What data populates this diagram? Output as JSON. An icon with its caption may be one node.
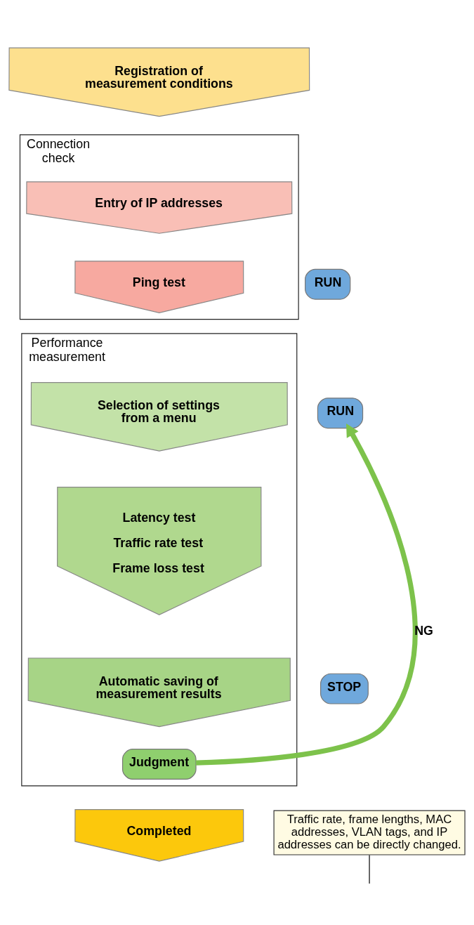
{
  "diagram": {
    "nodes": [
      {
        "text": [
          "Registration of measurement conditions"
        ]
      },
      {
        "text": [
          "Connection check"
        ]
      },
      {
        "text": [
          "Entry of IP addresses"
        ],
        "in": 1
      },
      {
        "text": [
          "Ping test"
        ],
        "in": 1
      },
      {
        "text": [
          "RUN"
        ]
      },
      {
        "text": [
          "Performance measurement"
        ]
      },
      {
        "text": [
          "Selection of settings from a menu"
        ],
        "in": 5
      },
      {
        "text": [
          "RUN"
        ]
      },
      {
        "text": [
          "Latency test",
          "Traffic rate test",
          "Frame loss test"
        ],
        "in": 5
      },
      {
        "text": [
          "Automatic saving of measurement results"
        ],
        "in": 5
      },
      {
        "text": [
          "STOP"
        ]
      },
      {
        "text": [
          "Judgment"
        ],
        "in": 5
      },
      {
        "text": [
          "Completed"
        ]
      },
      {
        "text": [
          "Traffic rate, frame lengths, MAC addresses, VLAN tags, and IP addresses can be directly changed."
        ]
      }
    ],
    "edges": [
      {
        "from": 11,
        "to": 7,
        "arrow": "to",
        "label": "NG",
        "style": "thick",
        "color": "#7dc24b"
      },
      {
        "from": 13,
        "to": null,
        "arrow": "none",
        "color": "#000000"
      }
    ]
  }
}
